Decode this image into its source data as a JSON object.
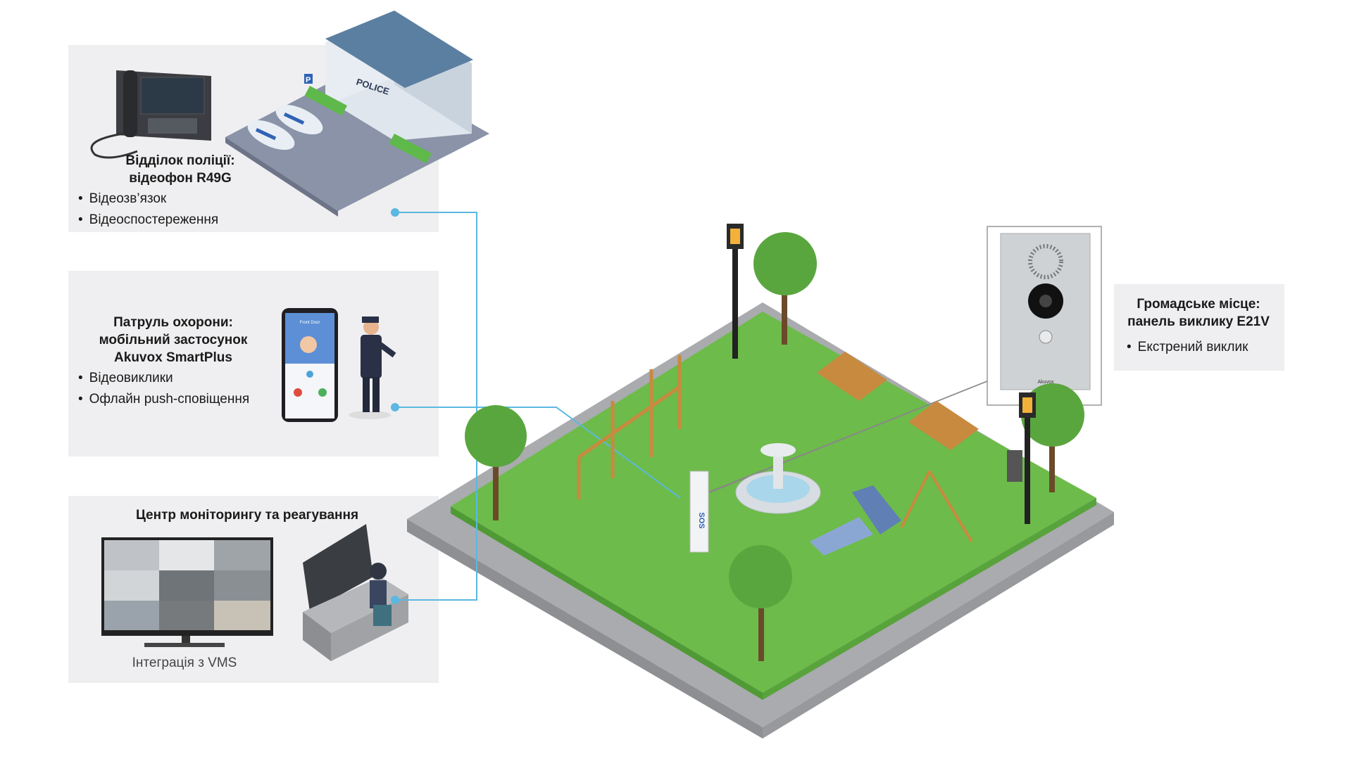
{
  "police": {
    "title_line1": "Відділок поліції:",
    "title_line2": "відеофон R49G",
    "features": [
      "Відеозв’язок",
      "Відеоспостереження"
    ],
    "building_sign": "POLICE",
    "parking_sign": "P"
  },
  "patrol": {
    "title_line1": "Патруль охорони:",
    "title_line2": "мобільний застосунок",
    "title_line3": "Akuvox SmartPlus",
    "features": [
      "Відеовиклики",
      "Офлайн push-сповіщення"
    ],
    "phone_screen_title": "Front Door"
  },
  "monitoring": {
    "title": "Центр моніторингу та реагування",
    "caption": "Інтеграція з VMS"
  },
  "public_place": {
    "title_line1": "Громадське місце:",
    "title_line2": "панель виклику E21V",
    "features": [
      "Екстрений виклик"
    ],
    "panel_brand": "Akuvox",
    "sos_label": "SOS"
  },
  "colors": {
    "panel_bg": "#efeff1",
    "connector": "#5bb8e0",
    "grass": "#6dbb4a",
    "base": "#a9abae"
  }
}
